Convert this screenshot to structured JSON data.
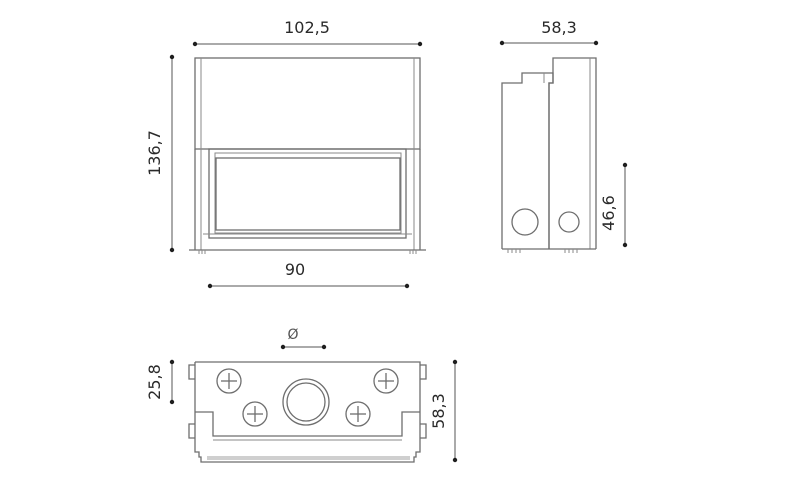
{
  "drawing": {
    "views": {
      "front": {
        "width_label": "102,5",
        "height_label": "136,7",
        "inner_width_label": "90"
      },
      "side": {
        "depth_label": "58,3",
        "hole_height_label": "46,6"
      },
      "bottom": {
        "diameter_label": "Ø",
        "offset_label": "25,8",
        "depth_label": "58,3"
      }
    },
    "colors": {
      "line": "#6e6e6e",
      "dimension": "#555555",
      "text": "#2a2a2a",
      "background": "#ffffff"
    }
  }
}
